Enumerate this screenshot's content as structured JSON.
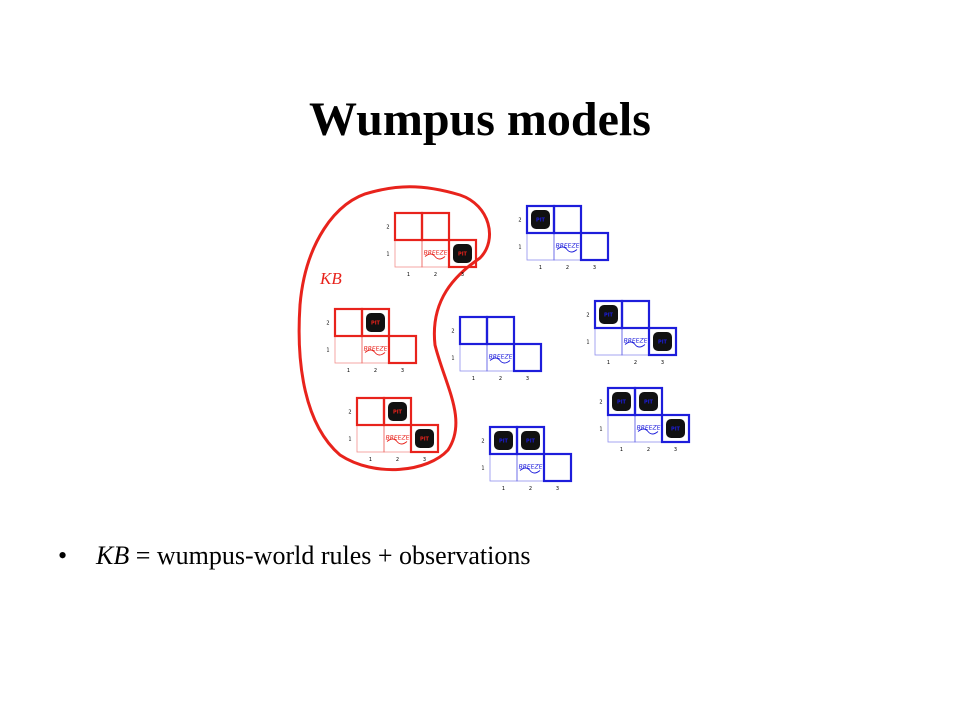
{
  "slide": {
    "title": "Wumpus models",
    "kb_label": "KB",
    "bullet": {
      "dot": "•",
      "kb_term": "KB",
      "rest": " = wumpus-world rules + observations"
    }
  },
  "diagram": {
    "colors": {
      "kb_outline": "#e8231c",
      "model_outside": "#1d1ddb",
      "pit": "#111111",
      "breeze_text": "#ffffff"
    },
    "grid_labels": {
      "rows": [
        "2",
        "1"
      ],
      "cols": [
        "1",
        "2",
        "3"
      ]
    },
    "pit_label": "PIT",
    "breeze_label": "BREEZE",
    "models": [
      {
        "id": "kb-model-1",
        "inside_kb": true,
        "pits": [
          "3,1"
        ]
      },
      {
        "id": "kb-model-2",
        "inside_kb": true,
        "pits": [
          "2,2"
        ]
      },
      {
        "id": "kb-model-3",
        "inside_kb": true,
        "pits": [
          "2,2",
          "3,1"
        ]
      },
      {
        "id": "model-4",
        "inside_kb": false,
        "pits": [
          "1,2"
        ]
      },
      {
        "id": "model-5",
        "inside_kb": false,
        "pits": []
      },
      {
        "id": "model-6",
        "inside_kb": false,
        "pits": [
          "1,2",
          "3,1"
        ]
      },
      {
        "id": "model-7",
        "inside_kb": false,
        "pits": [
          "1,2",
          "2,2"
        ]
      },
      {
        "id": "model-8",
        "inside_kb": false,
        "pits": [
          "1,2",
          "2,2",
          "3,1"
        ]
      }
    ]
  }
}
